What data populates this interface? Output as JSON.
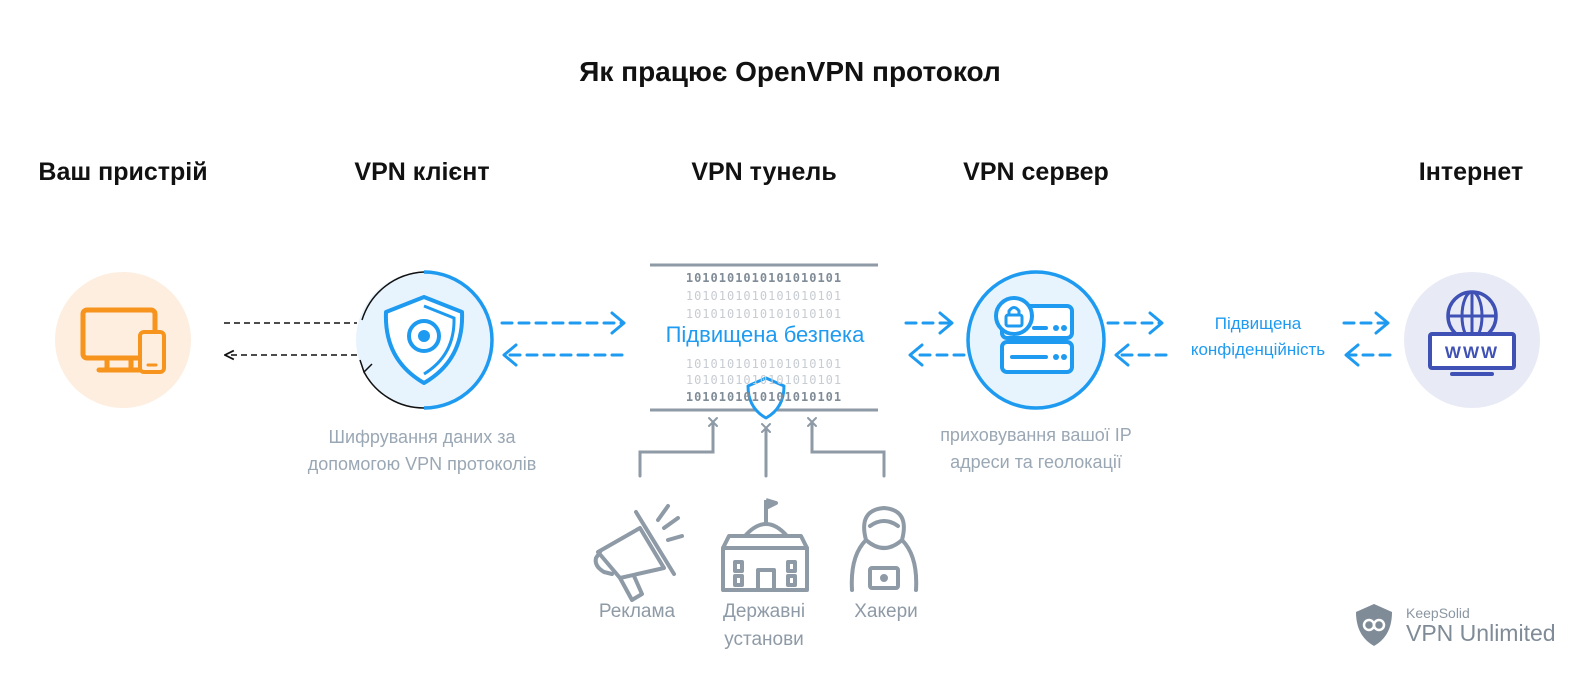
{
  "title": "Як працює OpenVPN протокол",
  "columns": {
    "device": "Ваш пристрій",
    "client": "VPN клієнт",
    "tunnel": "VPN тунель",
    "server": "VPN сервер",
    "internet": "Інтернет"
  },
  "captions": {
    "client_line1": "Шифрування даних за",
    "client_line2": "допомогою VPN протоколів",
    "server_line1": "приховування вашої IP",
    "server_line2": "адреси та геолокації",
    "privacy_line1": "Підвищена",
    "privacy_line2": "конфіденційність"
  },
  "tunnel": {
    "label": "Підвищена безпека",
    "bits_light": "1010101010101010101",
    "bits_dark": "1010101010101010101"
  },
  "threats": {
    "ads": "Реклама",
    "gov_line1": "Державні",
    "gov_line2": "установи",
    "hackers": "Хакери"
  },
  "brand": {
    "small": "KeepSolid",
    "big": "VPN Unlimited"
  },
  "colors": {
    "blue": "#1e9bf0",
    "orange": "#f7941d",
    "gray": "#8e9aa6",
    "indigo": "#3f51b5"
  },
  "icons": [
    "device-icon",
    "shield-eye-icon",
    "shield-icon",
    "server-icon",
    "globe-www-icon",
    "megaphone-icon",
    "government-building-icon",
    "hacker-icon",
    "keepsolid-logo-icon"
  ]
}
